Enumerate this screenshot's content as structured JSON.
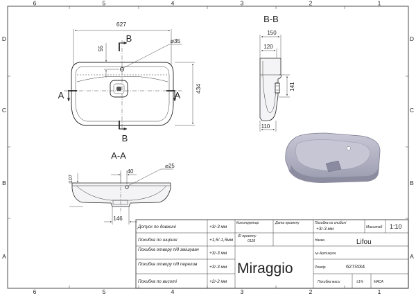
{
  "frame": {
    "top_cols": [
      "6",
      "5",
      "4",
      "3",
      "2",
      "1"
    ],
    "bottom_cols": [
      "6",
      "5",
      "4",
      "3",
      "2",
      "1"
    ],
    "left_rows": [
      "D",
      "C",
      "B",
      "A"
    ],
    "right_rows": [
      "D",
      "C",
      "B",
      "A"
    ]
  },
  "top_view": {
    "width": "627",
    "depth": "434",
    "hole_offset": "55",
    "hole_diameter": "⌀35",
    "cut_bb": "B",
    "cut_aa": "A"
  },
  "section_aa": {
    "title": "A-A",
    "height": "107",
    "depth": "146",
    "offset": "40",
    "hole_diameter": "⌀25"
  },
  "section_bb": {
    "title": "B-B",
    "dim_150": "150",
    "dim_120": "120",
    "dim_141": "141",
    "dim_110": "110"
  },
  "title_block": {
    "rows": [
      {
        "label": "Допуск по довжині",
        "value": "+3/-3 мм"
      },
      {
        "label": "Похибка по ширині",
        "value": "+1,5/-1,5мм"
      },
      {
        "label": "Похибка отвору під змішувач",
        "value": "+3/-3 мм"
      },
      {
        "label": "Похибка отвору під перелив",
        "value": "+3/-3 мм"
      },
      {
        "label": "Похибка по висоті",
        "value": "+2/-2 мм"
      }
    ],
    "constructor_label": "Конструктор",
    "project_date_label": "Дата проекту",
    "project_id_label": "ID проекту",
    "project_id_value": "0128",
    "brand": "Miraggio",
    "depth_tol_label": "Похибка по глибині",
    "depth_tol_value": "+3/-3 мм",
    "scale_label": "Масштаб",
    "scale_value": "1:10",
    "name_label": "Назва",
    "name_value": "Lifou",
    "article_label": "№ Артикула",
    "size_label": "Розмір",
    "size_value": "627/434",
    "mass_tol_label": "Похибка маси",
    "mass_tol_value": "±1%",
    "mass_label": "МАСА"
  },
  "colors": {
    "render_basin": "#a9a9bb",
    "render_rim": "#8f8fa3"
  }
}
